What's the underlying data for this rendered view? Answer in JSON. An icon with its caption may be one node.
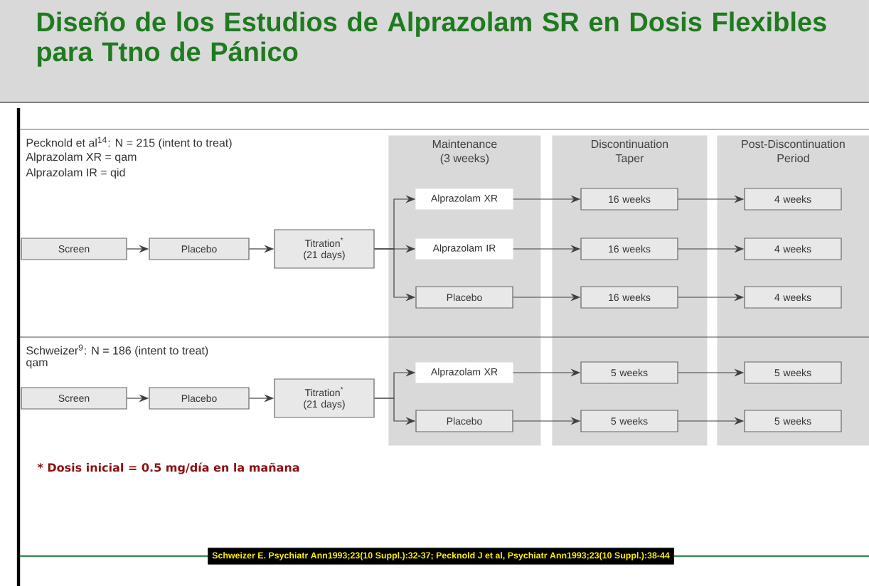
{
  "diagram": {
    "title": "Diseño de los Estudios de Alprazolam SR en Dosis Flexibles para Ttno de Pánico",
    "nodes": [
      {
        "text": [
          "Maintenance (3 weeks)"
        ]
      },
      {
        "text": [
          "Discontinuation Taper"
        ]
      },
      {
        "text": [
          "Post-Discontinuation Period"
        ]
      },
      {
        "text": [
          "Screen"
        ]
      },
      {
        "text": [
          "Placebo"
        ]
      },
      {
        "text": [
          "Titration$^{*}$ (21 days)"
        ]
      },
      {
        "text": [
          "Alprazolam XR"
        ],
        "in": 0
      },
      {
        "text": [
          "Alprazolam IR"
        ],
        "in": 0
      },
      {
        "text": [
          "Placebo"
        ],
        "in": 0
      },
      {
        "text": [
          "16 weeks"
        ],
        "in": 1
      },
      {
        "text": [
          "16 weeks"
        ],
        "in": 1
      },
      {
        "text": [
          "16 weeks"
        ],
        "in": 1
      },
      {
        "text": [
          "4 weeks"
        ],
        "in": 2
      },
      {
        "text": [
          "4 weeks"
        ],
        "in": 2
      },
      {
        "text": [
          "4 weeks"
        ],
        "in": 2
      },
      {
        "text": [
          "Screen"
        ]
      },
      {
        "text": [
          "Placebo"
        ]
      },
      {
        "text": [
          "Titration$^{*}$ (21 days)"
        ]
      },
      {
        "text": [
          "Alprazolam XR"
        ],
        "in": 0
      },
      {
        "text": [
          "Placebo"
        ],
        "in": 0
      },
      {
        "text": [
          "5 weeks"
        ],
        "in": 1
      },
      {
        "text": [
          "5 weeks"
        ],
        "in": 1
      },
      {
        "text": [
          "5 weeks"
        ],
        "in": 2
      },
      {
        "text": [
          "5 weeks"
        ],
        "in": 2
      }
    ],
    "edges": [
      {
        "from": 3,
        "to": 4,
        "arrow": "to"
      },
      {
        "from": 4,
        "to": 5,
        "arrow": "to"
      },
      {
        "from": 5,
        "to": 6,
        "arrow": "to"
      },
      {
        "from": 5,
        "to": 7,
        "arrow": "to"
      },
      {
        "from": 5,
        "to": 8,
        "arrow": "to"
      },
      {
        "from": 6,
        "to": 9,
        "arrow": "to"
      },
      {
        "from": 7,
        "to": 10,
        "arrow": "to"
      },
      {
        "from": 8,
        "to": 11,
        "arrow": "to"
      },
      {
        "from": 9,
        "to": 12,
        "arrow": "to"
      },
      {
        "from": 10,
        "to": 13,
        "arrow": "to"
      },
      {
        "from": 11,
        "to": 14,
        "arrow": "to"
      },
      {
        "from": 15,
        "to": 16,
        "arrow": "to"
      },
      {
        "from": 16,
        "to": 17,
        "arrow": "to"
      },
      {
        "from": 17,
        "to": 18,
        "arrow": "to"
      },
      {
        "from": 17,
        "to": 19,
        "arrow": "to"
      },
      {
        "from": 18,
        "to": 20,
        "arrow": "to"
      },
      {
        "from": 19,
        "to": 21,
        "arrow": "to"
      },
      {
        "from": 20,
        "to": 22,
        "arrow": "to"
      },
      {
        "from": 21,
        "to": 23,
        "arrow": "to"
      }
    ],
    "labels": [
      "Pecknold et al$^{14}$: N = 215 (intent to treat)",
      "Alprazolam XR = qam",
      "Alprazolam IR = qid",
      "Schweizer$^{9}$: N = 186 (intent to treat)",
      "qam",
      "* Dosis inicial = 0.5 mg/día en la mañana",
      "Schweizer E. Psychiatr Ann1993;23(10 Suppl.):32-37; Pecknold J et al, Psychiatr Ann1993;23(10 Suppl.):38-44"
    ]
  }
}
